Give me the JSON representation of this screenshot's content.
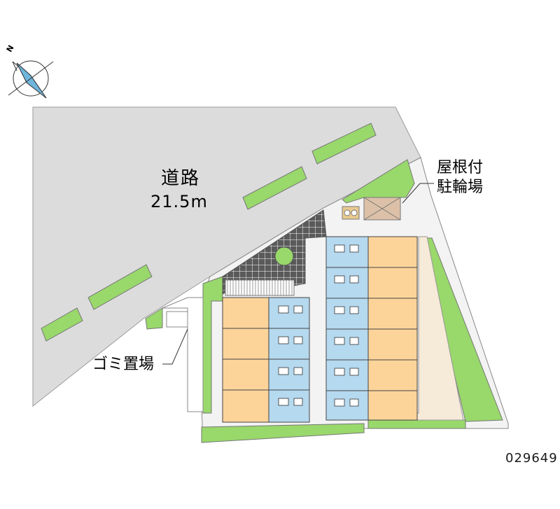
{
  "road": {
    "name": "道路",
    "width": "21.5m"
  },
  "bicycle_parking": {
    "line1": "屋根付",
    "line2": "駐輪場"
  },
  "garbage_area": {
    "label": "ゴミ置場"
  },
  "property_code": "029649",
  "compass": {
    "north": "N"
  },
  "colors": {
    "road": "#dcdcdc",
    "green": "#99d86b",
    "unit_orange": "#fcd49a",
    "unit_blue": "#b5d9ef",
    "walkway": "#f3f3f3",
    "paving": "#4a4a4a",
    "parking_floor": "#f6ead8"
  }
}
